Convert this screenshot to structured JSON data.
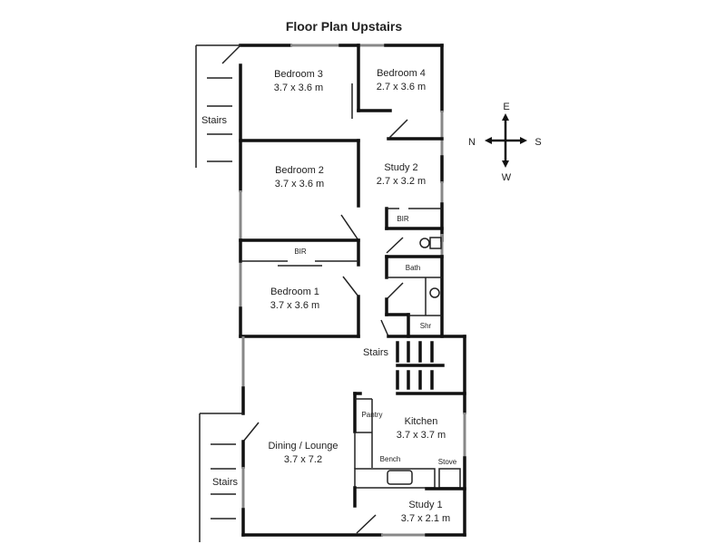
{
  "title": "Floor Plan Upstairs",
  "rooms": [
    {
      "name": "Bedroom 3",
      "size": "3.7 x 3.6 m"
    },
    {
      "name": "Bedroom 4",
      "size": "2.7 x 3.6 m"
    },
    {
      "name": "Bedroom 2",
      "size": "3.7 x 3.6 m"
    },
    {
      "name": "Study 2",
      "size": "2.7 x 3.2 m"
    },
    {
      "name": "Bedroom 1",
      "size": "3.7 x 3.6 m"
    },
    {
      "name": "Kitchen",
      "size": "3.7 x 3.7 m"
    },
    {
      "name": "Dining / Lounge",
      "size": "3.7 x 7.2"
    },
    {
      "name": "Study 1",
      "size": "3.7 x 2.1 m"
    }
  ],
  "labels": {
    "stairs_top": "Stairs",
    "stairs_mid": "Stairs",
    "stairs_bottom": "Stairs",
    "bir_bedroom": "BIR",
    "bir_study": "BIR",
    "bath": "Bath",
    "shower": "Shr",
    "pantry": "Pantry",
    "bench": "Bench",
    "stove": "Stove"
  },
  "compass": {
    "north": "N",
    "south": "S",
    "east": "E",
    "west": "W"
  }
}
